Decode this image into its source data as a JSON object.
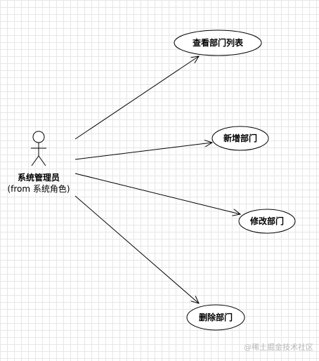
{
  "actor": {
    "name": "系统管理员",
    "origin": "(from 系统角色)"
  },
  "use_cases": [
    {
      "label": "查看部门列表"
    },
    {
      "label": "新增部门"
    },
    {
      "label": "修改部门"
    },
    {
      "label": "删除部门"
    }
  ],
  "watermark": "@稀土掘金技术社区",
  "colors": {
    "line": "#000000",
    "ellipse_fill": "#ffffff",
    "grid": "#e6e6e6",
    "watermark": "#b8b8b8"
  },
  "icons": {
    "actor": "stick-figure-icon",
    "watermark_symbol": "at-sign"
  }
}
